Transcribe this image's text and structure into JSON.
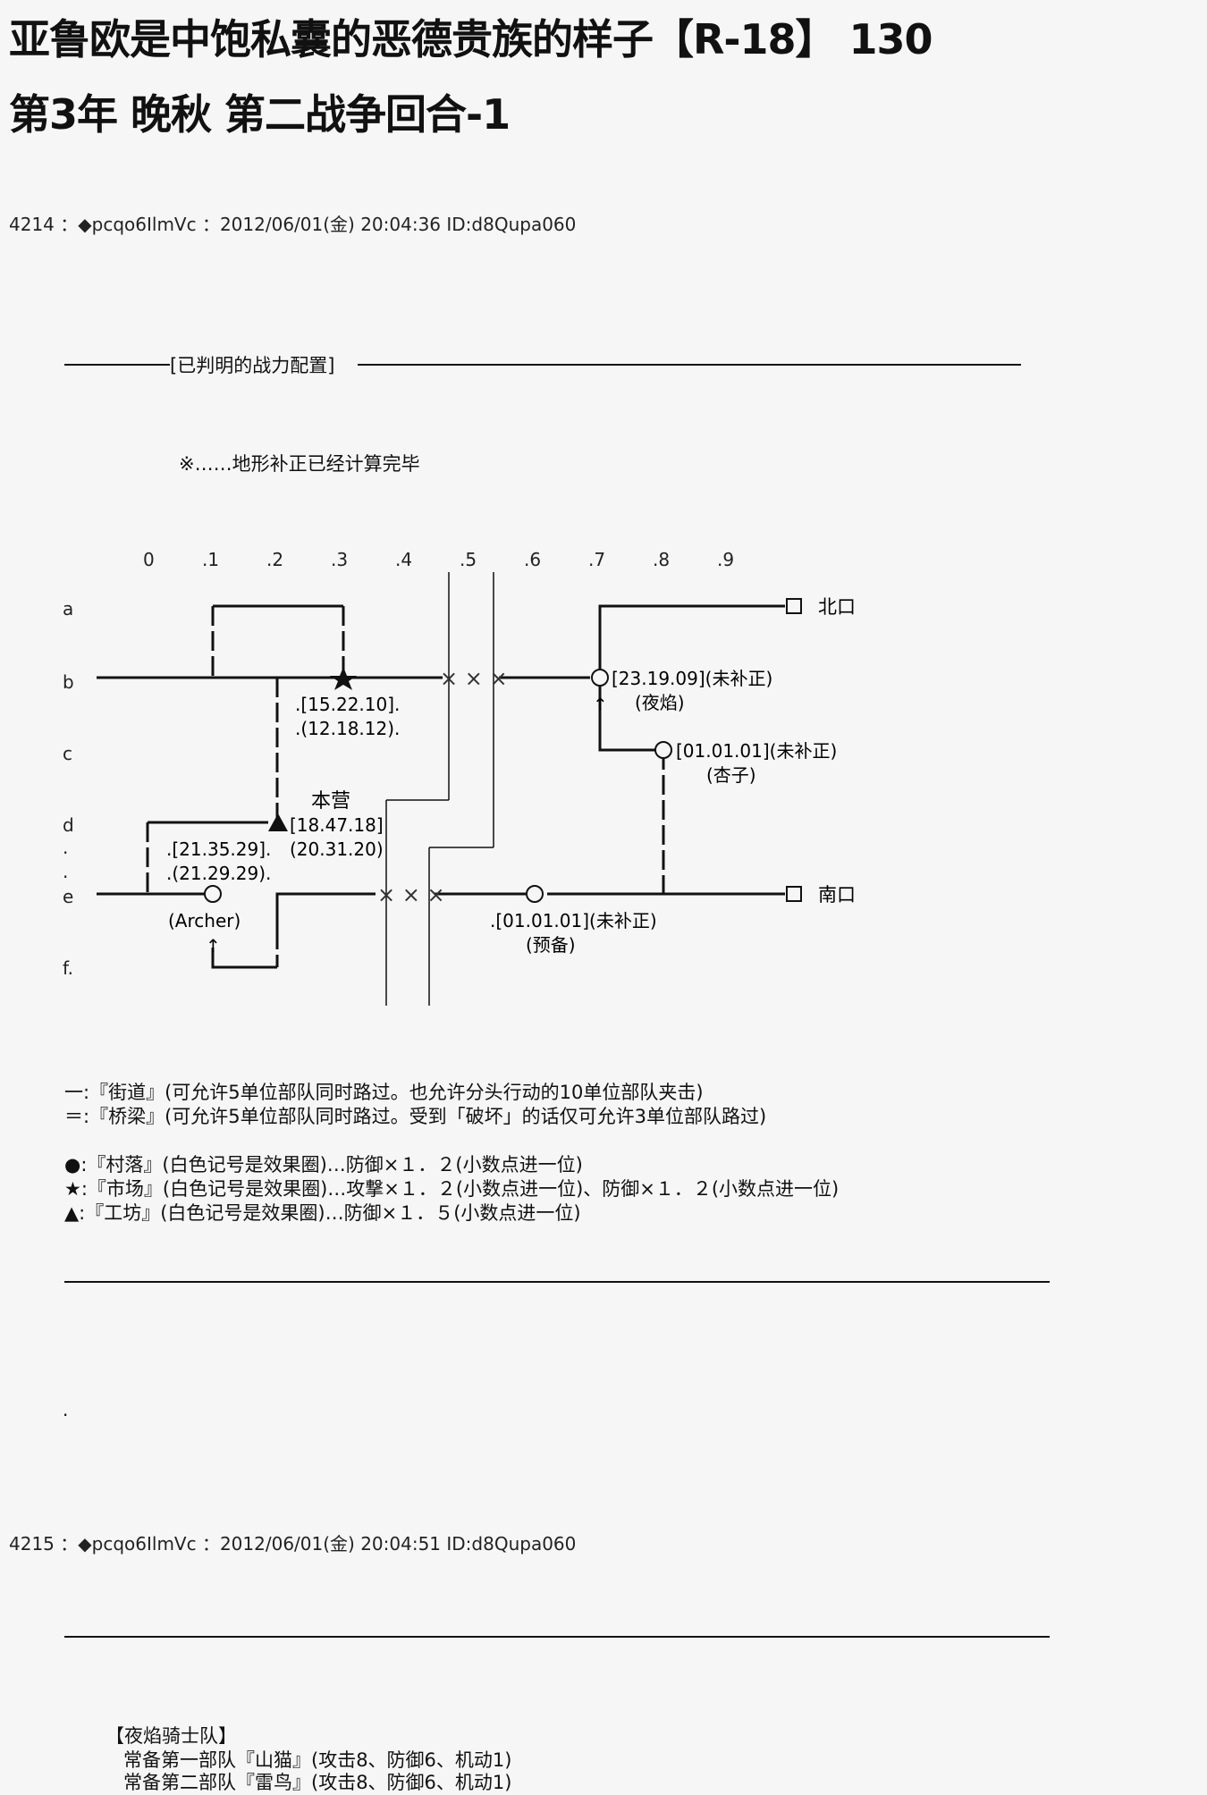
{
  "title": {
    "line1": "亚鲁欧是中饱私囊的恶德贵族的样子【R-18】 130",
    "line2": "第3年 晚秋 第二战争回合-1"
  },
  "posts": [
    {
      "header": "4214 ：◆pcqo6IlmVc ：2012/06/01(金) 20:04:36 ID:d8Qupa060"
    },
    {
      "header": "4215 ：◆pcqo6IlmVc ：2012/06/01(金) 20:04:51 ID:d8Qupa060"
    }
  ],
  "section_title": "[已判明的战力配置]",
  "note": "※……地形补正已经计算完毕",
  "map": {
    "col_labels": [
      "0",
      ".1",
      ".2",
      ".3",
      ".4",
      ".5",
      ".6",
      ".7",
      ".8",
      ".9"
    ],
    "row_labels": [
      "a",
      "b",
      "c",
      "d",
      ".",
      ".",
      "e",
      "f."
    ],
    "north_gate": "北口",
    "south_gate": "南口",
    "hq_label": "本营",
    "star_stats_1": ".[15.22.10].",
    "star_stats_2": ".(12.18.12).",
    "hq_stats_1": "[18.47.18]",
    "hq_stats_2": "(20.31.20)",
    "archer_stats_1": ".[21.35.29].",
    "archer_stats_2": ".(21.29.29).",
    "archer_label": "(Archer)",
    "yeyan_stats": "[23.19.09](未补正)",
    "yeyan_label": "(夜焰)",
    "xingzi_stats": "[01.01.01](未补正)",
    "xingzi_label": "(杏子)",
    "reserve_stats": ".[01.01.01](未补正)",
    "reserve_label": "(预备)",
    "bridge_marks": "× × ×",
    "arrow_up": "↑"
  },
  "legend": {
    "road": "一:『街道』(可允许5单位部队同时路过。也允许分头行动的10单位部队夹击)",
    "bridge": "＝:『桥梁』(可允许5单位部队同时路过。受到「破坏」的话仅可允许3单位部队路过)",
    "village": "●:『村落』(白色记号是效果圈)…防御×１．２(小数点进一位)",
    "market": "★:『市场』(白色记号是效果圈)…攻撃×１．２(小数点进一位)、防御×１．２(小数点进一位)",
    "workshop": "▲:『工坊』(白色记号是效果圈)…防御×１．５(小数点进一位)"
  },
  "lone_dot": ".",
  "roster": {
    "heading": "【夜焰骑士队】",
    "units": [
      "常备第一部队『山猫』(攻击8、防御6、机动1)",
      "常备第二部队『雷鸟』(攻击8、防御6、机动1)"
    ]
  }
}
